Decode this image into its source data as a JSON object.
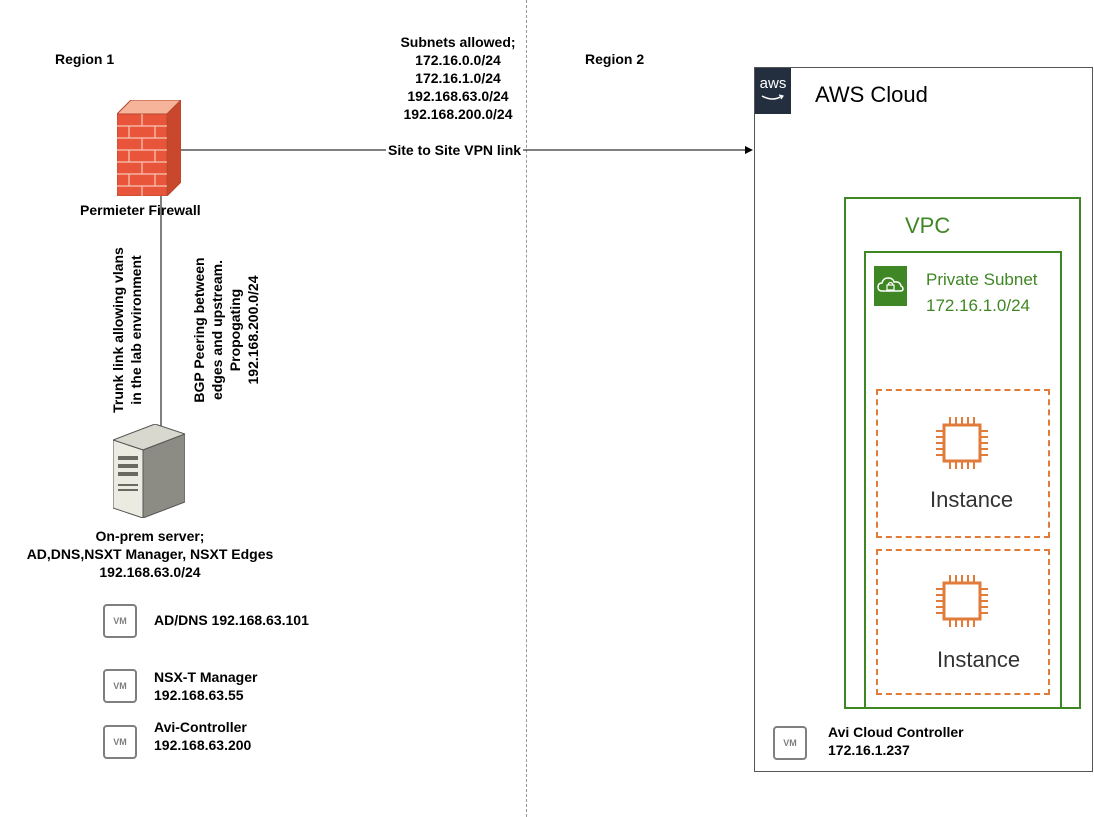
{
  "regions": {
    "left": "Region 1",
    "right": "Region 2"
  },
  "vpn": {
    "subnets_title": "Subnets allowed;",
    "subnets": [
      "172.16.0.0/24",
      "172.16.1.0/24",
      "192.168.63.0/24",
      "192.168.200.0/24"
    ],
    "link_label": "Site to Site VPN link"
  },
  "firewall": {
    "label": "Permieter Firewall"
  },
  "links": {
    "trunk": [
      "Trunk link allowing vlans",
      "in the lab environment"
    ],
    "bgp": [
      "BGP Peering between",
      "edges and upstream.",
      "Propogating",
      "192.168.200.0/24"
    ]
  },
  "onprem": {
    "lines": [
      "On-prem server;",
      "AD,DNS,NSXT Manager, NSXT Edges",
      "192.168.63.0/24"
    ]
  },
  "vms": [
    {
      "icon": "VM",
      "lines": [
        "AD/DNS 192.168.63.101"
      ]
    },
    {
      "icon": "VM",
      "lines": [
        "NSX-T Manager",
        "192.168.63.55"
      ]
    },
    {
      "icon": "VM",
      "lines": [
        "Avi-Controller",
        "192.168.63.200"
      ]
    }
  ],
  "aws": {
    "logo_text": "aws",
    "title": "AWS Cloud",
    "vpc_label": "VPC",
    "subnet_name": "Private Subnet",
    "subnet_cidr": "172.16.1.0/24",
    "instances": [
      "Instance",
      "Instance"
    ],
    "controller": {
      "icon": "VM",
      "lines": [
        "Avi Cloud Controller",
        "172.16.1.237"
      ]
    }
  },
  "colors": {
    "vpc_green": "#3f8624",
    "instance_orange": "#e07b39",
    "aws_dark": "#232f3e",
    "firewall_red": "#e8553b"
  }
}
